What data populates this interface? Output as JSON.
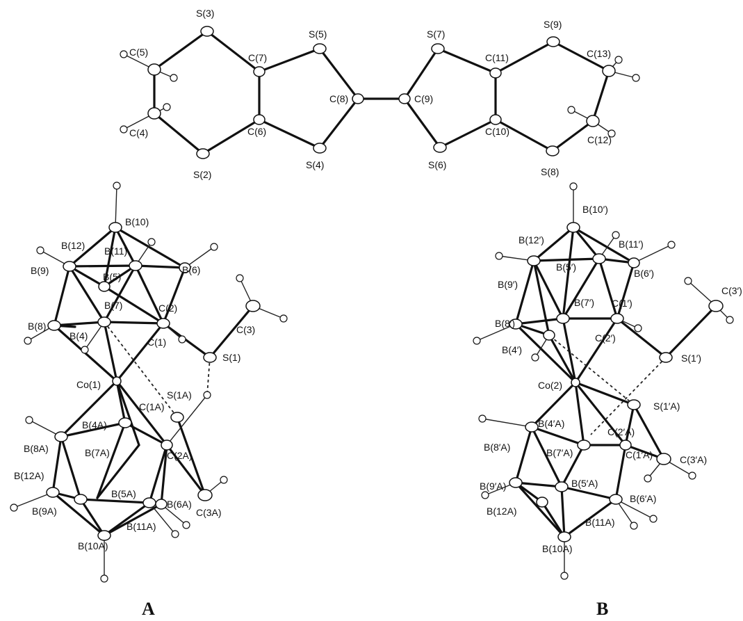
{
  "panels": [
    {
      "id": "A",
      "label": "A"
    },
    {
      "id": "B",
      "label": "B"
    }
  ],
  "labels": {
    "S3": "S(3)",
    "C5": "C(5)",
    "C7": "C(7)",
    "S5": "S(5)",
    "C8": "C(8)",
    "C4": "C(4)",
    "C6": "C(6)",
    "S4": "S(4)",
    "S2": "S(2)",
    "S7": "S(7)",
    "C11": "C(11)",
    "S9": "S(9)",
    "C13": "C(13)",
    "C9": "C(9)",
    "C10": "C(10)",
    "C12": "C(12)",
    "S6": "S(6)",
    "S8": "S(8)",
    "B10": "B(10)",
    "B12": "B(12)",
    "B11": "B(11)",
    "B9": "B(9)",
    "B5": "B(5)",
    "B6": "B(6)",
    "B7": "B(7)",
    "C2": "C(2)",
    "C3": "C(3)",
    "B8": "B(8)",
    "B4": "B(4)",
    "C1": "C(1)",
    "S1": "S(1)",
    "Co1": "Co(1)",
    "S1A": "S(1A)",
    "C1A": "C(1A)",
    "B4A": "B(4A)",
    "B8A": "B(8A)",
    "B7A": "B(7A)",
    "C2A": "C(2A)",
    "C3A": "C(3A)",
    "B12A": "B(12A)",
    "B5A": "B(5A)",
    "B9A": "B(9A)",
    "B6A": "B(6A)",
    "B11A": "B(11A)",
    "B10A": "B(10A)",
    "B10p": "B(10′)",
    "B12p": "B(12′)",
    "B11p": "B(11′)",
    "B5p": "B(5′)",
    "B6p": "B(6′)",
    "B9p": "B(9′)",
    "C3p": "C(3′)",
    "B7p": "B(7′)",
    "C1p": "C(1′)",
    "B8p": "B(8′)",
    "B4p": "B(4′)",
    "C2p": "C(2′)",
    "S1p": "S(1′)",
    "Co2": "Co(2)",
    "S1pA": "S(1′A)",
    "B4pA": "B(4′A)",
    "C2pA": "C(2′A)",
    "B8pA": "B(8′A)",
    "B7pA": "B(7′A)",
    "C1pA": "C(1′A)",
    "C3pA": "C(3′A)",
    "B9pA": "B(9′A)",
    "B5pA": "B(5′A)",
    "B6pA": "B(6′A)",
    "B12A_b": "B(12A)",
    "B11A_b": "B(11A)",
    "B10A_b": "B(10A)"
  }
}
